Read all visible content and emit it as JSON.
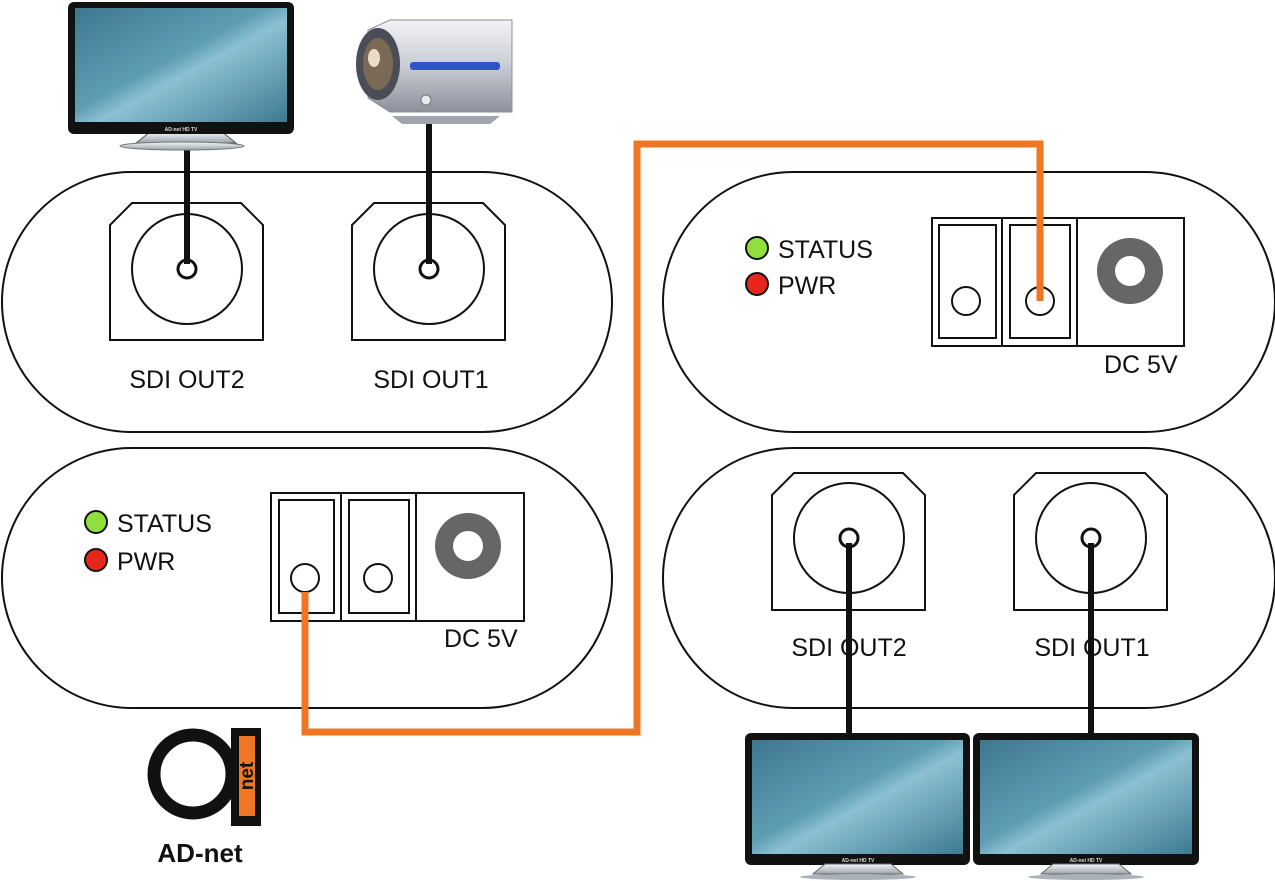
{
  "units": {
    "unit_a_top": {
      "out2_label": "SDI OUT2",
      "out1_label": "SDI OUT1"
    },
    "unit_a_bottom": {
      "status_label": "STATUS",
      "pwr_label": "PWR",
      "dc_label": "DC 5V"
    },
    "unit_b_top": {
      "status_label": "STATUS",
      "pwr_label": "PWR",
      "dc_label": "DC 5V"
    },
    "unit_b_bottom": {
      "out2_label": "SDI OUT2",
      "out1_label": "SDI OUT1"
    }
  },
  "monitors": {
    "badge_text": "AD-net HD TV"
  },
  "logo": {
    "mark_text": "net",
    "brand_text": "AD-net"
  },
  "colors": {
    "status_led": "#8fe03c",
    "pwr_led": "#e8261c",
    "link_cable": "#ef7622",
    "video_cable": "#111111",
    "screen": "#4f8aa0",
    "dc_jack": "#666666"
  }
}
